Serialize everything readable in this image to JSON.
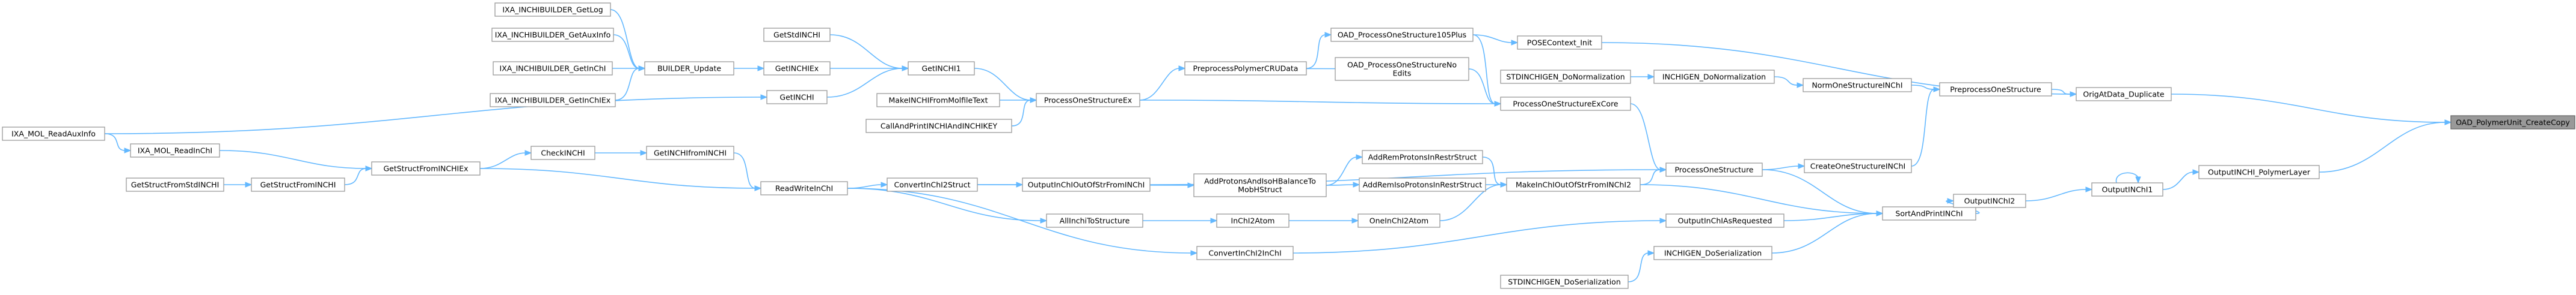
{
  "colors": {
    "edge": "#63B8FF",
    "node_border": "#999999",
    "root_fill": "#999999",
    "node_fill": "#ffffff"
  },
  "nodes": {
    "ixa_mol_readauxinfo": "IXA_MOL_ReadAuxInfo",
    "ixa_mol_readinchi": "IXA_MOL_ReadInChI",
    "getstructfromstdinchi": "GetStructFromStdINCHI",
    "getstructfrominchi": "GetStructFromINCHI",
    "getstructfrominchiex": "GetStructFromINCHIEx",
    "checkinchi": "CheckINCHI",
    "getinchifrominchi": "GetINCHIfromINCHI",
    "readwriteinchi": "ReadWriteInChI",
    "ixa_getlog": "IXA_INCHIBUILDER_GetLog",
    "ixa_getauxinfo": "IXA_INCHIBUILDER_GetAuxInfo",
    "ixa_getinchi": "IXA_INCHIBUILDER_GetInChI",
    "ixa_getinchiex": "IXA_INCHIBUILDER_GetInChIEx",
    "builder_update": "BUILDER_Update",
    "getstdinchi": "GetStdINCHI",
    "getinchiex": "GetINCHIEx",
    "getinchi": "GetINCHI",
    "getinchi1": "GetINCHI1",
    "makeinchifrommolfiletext": "MakeINCHIFromMolfileText",
    "callandprint": "CallAndPrintINCHIAndINCHIKEY",
    "processonestructureex": "ProcessOneStructureEx",
    "preprocesspolymercrudata": "PreprocessPolymerCRUData",
    "oad_processonestructure105plus": "OAD_ProcessOneStructure105Plus",
    "oad_processonestructurenoedits": "OAD_ProcessOneStructureNo\nEdits",
    "posecontext_init": "POSEContext_Init",
    "stdinchigen_donormalization": "STDINCHIGEN_DoNormalization",
    "inchigen_donormalization": "INCHIGEN_DoNormalization",
    "processonestructureexcore": "ProcessOneStructureExCore",
    "normonestructureinchi": "NormOneStructureINChI",
    "preprocessonestructure": "PreprocessOneStructure",
    "createonestructureinchi": "CreateOneStructureINChI",
    "processonestructure": "ProcessOneStructure",
    "orig_atdata_duplicate": "OrigAtData_Duplicate",
    "outputinchioutofstrfrominchi": "OutputInChIOutOfStrFromINChI",
    "convertinchi2struct": "ConvertInChI2Struct",
    "addremprotonsinrestrstruct": "AddRemProtonsInRestrStruct",
    "addremisoprotonsinrestrstruct": "AddRemIsoProtonsInRestrStruct",
    "addprotonsandisombalancetomobhstruct": "AddProtonsAndIsoHBalanceTo\nMobHStruct",
    "allinchitostructure": "AllInchiToStructure",
    "inchi2atom": "InChI2Atom",
    "oneinchi2atom": "OneInChI2Atom",
    "makeinchioutofstrfrominchi2": "MakeInChIOutOfStrFromINChI2",
    "convertinchi2inchi": "ConvertInChI2InChI",
    "outputinchiasrequested": "OutputInChIAsRequested",
    "sortandprintinchi": "SortAndPrintINChI",
    "outputinchi2": "OutputINChI2",
    "outputinchi1": "OutputINChI1",
    "outputinchi_polymerlayer": "OutputINCHI_PolymerLayer",
    "oad_polymerunit_createcopy": "OAD_PolymerUnit_CreateCopy",
    "stdinchigen_doserialization": "STDINCHIGEN_DoSerialization",
    "inchigen_doserialization": "INCHIGEN_DoSerialization"
  }
}
